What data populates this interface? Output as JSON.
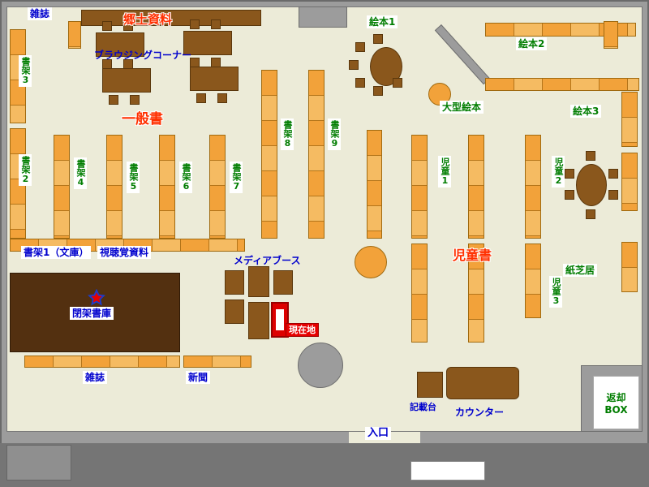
{
  "colors": {
    "floor": "#ecebd8",
    "wall_gray": "#9c9c9c",
    "outside_gray": "#757575",
    "shelf_orange": "#f2a23a",
    "table_brown": "#8a571c",
    "closed_stack_brown": "#533010",
    "label_blue": "#0000cd",
    "label_green": "#007d00",
    "label_red": "#ff3000",
    "current_location_red": "#e60000"
  },
  "icons": {
    "star": "★"
  },
  "labels": {
    "magazines_top": "雑誌",
    "local_materials": "郷土資料",
    "browsing_corner": "ブラウジングコーナー",
    "general_books": "一般書",
    "shelf2": "書架2",
    "shelf3": "書架3",
    "shelf4": "書架4",
    "shelf5": "書架5",
    "shelf6": "書架6",
    "shelf7": "書架7",
    "shelf8": "書架8",
    "shelf9": "書架9",
    "picture_books1": "絵本1",
    "picture_books2": "絵本2",
    "picture_books3": "絵本3",
    "large_picture_books": "大型絵本",
    "children1": "児童1",
    "children2": "児童2",
    "children3": "児童3",
    "children_books": "児童書",
    "shelf1_bunko": "書架1（文庫）",
    "av_materials": "視聴覚資料",
    "media_booth": "メディアブース",
    "kamishibai": "紙芝居",
    "closed_stacks": "閉架書庫",
    "current_location": "現在地",
    "magazines_bottom": "雑誌",
    "newspapers": "新聞",
    "writing_stand": "記載台",
    "counter": "カウンター",
    "return_box_line1": "返却",
    "return_box_line2": "BOX",
    "entrance": "入口"
  }
}
